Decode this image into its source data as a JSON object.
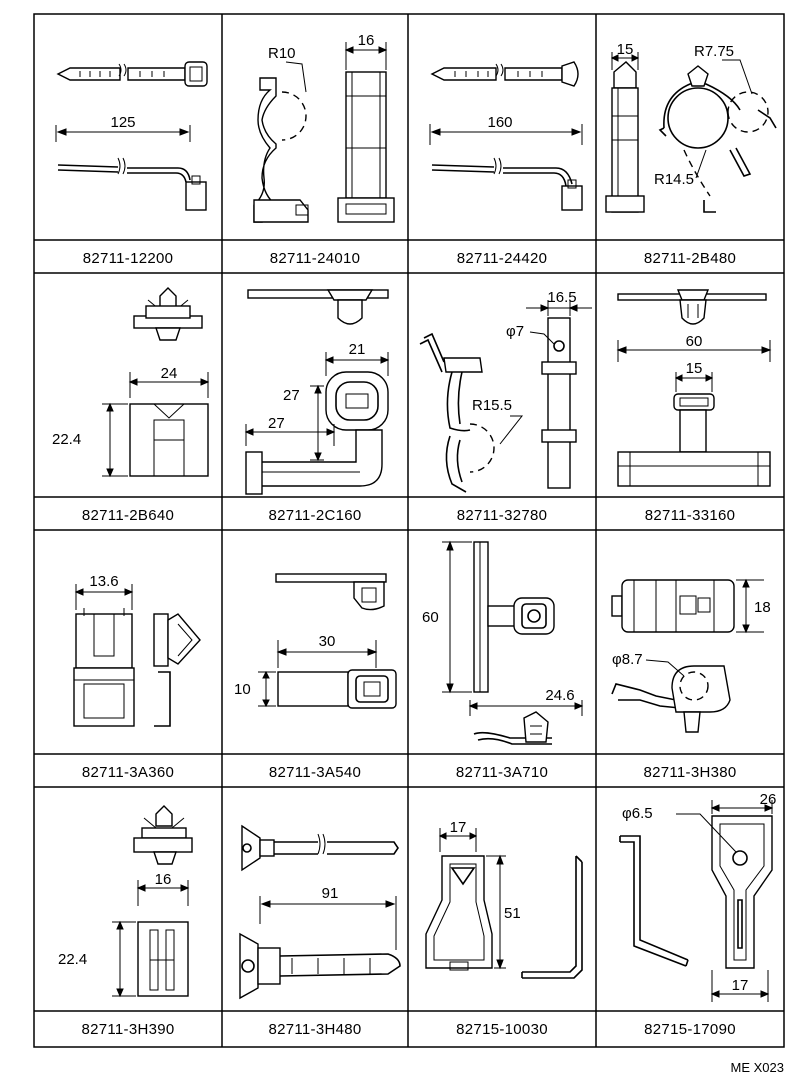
{
  "sheet_code": "ME X023",
  "parts": [
    {
      "part_number": "82711-12200",
      "dims": [
        "125"
      ]
    },
    {
      "part_number": "82711-24010",
      "dims": [
        "R10",
        "16"
      ]
    },
    {
      "part_number": "82711-24420",
      "dims": [
        "160"
      ]
    },
    {
      "part_number": "82711-2B480",
      "dims": [
        "15",
        "R7.75",
        "R14.5"
      ]
    },
    {
      "part_number": "82711-2B640",
      "dims": [
        "24",
        "22.4"
      ]
    },
    {
      "part_number": "82711-2C160",
      "dims": [
        "21",
        "27",
        "27"
      ]
    },
    {
      "part_number": "82711-32780",
      "dims": [
        "16.5",
        "φ7",
        "R15.5"
      ]
    },
    {
      "part_number": "82711-33160",
      "dims": [
        "60",
        "15"
      ]
    },
    {
      "part_number": "82711-3A360",
      "dims": [
        "13.6"
      ]
    },
    {
      "part_number": "82711-3A540",
      "dims": [
        "30",
        "10"
      ]
    },
    {
      "part_number": "82711-3A710",
      "dims": [
        "60",
        "24.6"
      ]
    },
    {
      "part_number": "82711-3H380",
      "dims": [
        "18",
        "φ8.7"
      ]
    },
    {
      "part_number": "82711-3H390",
      "dims": [
        "16",
        "22.4"
      ]
    },
    {
      "part_number": "82711-3H480",
      "dims": [
        "91"
      ]
    },
    {
      "part_number": "82715-10030",
      "dims": [
        "17",
        "51"
      ]
    },
    {
      "part_number": "82715-17090",
      "dims": [
        "φ6.5",
        "26",
        "17"
      ]
    }
  ]
}
